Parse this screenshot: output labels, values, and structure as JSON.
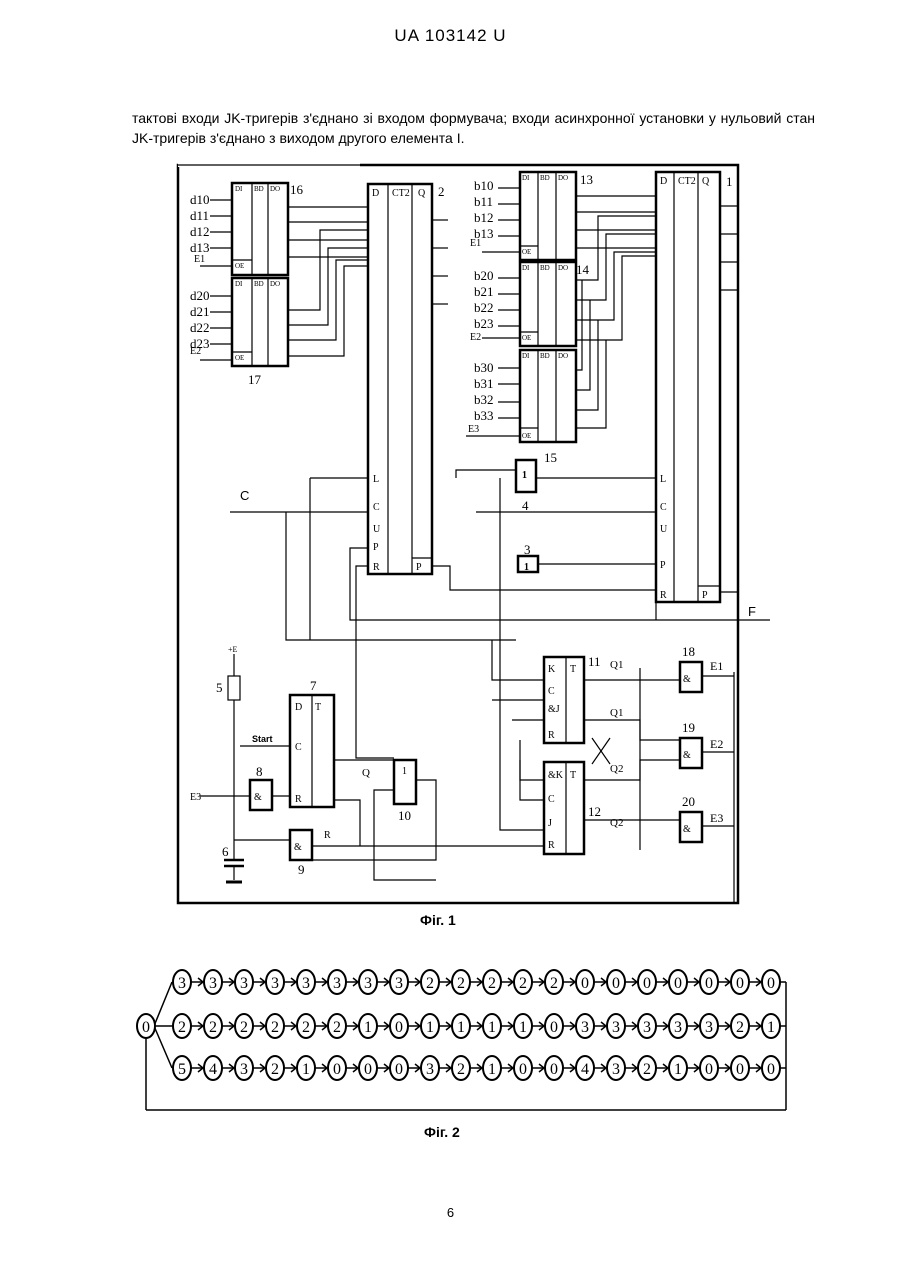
{
  "header": "UA   103142   U",
  "body_text": "тактові входи JK-тригерів з'єднано зі входом формувача; входи асинхронної установки у нульовий стан JK-тригерів з'єднано з виходом другого елемента І.",
  "fig1": {
    "caption": "Фіг. 1",
    "numbers": {
      "n1": "1",
      "n2": "2",
      "n3": "3",
      "n4": "4",
      "n5": "5",
      "n6": "6",
      "n7": "7",
      "n8": "8",
      "n9": "9",
      "n10": "10",
      "n11": "11",
      "n12": "12",
      "n13": "13",
      "n14": "14",
      "n15": "15",
      "n16": "16",
      "n17": "17",
      "n18": "18",
      "n19": "19",
      "n20": "20"
    },
    "inputs_d": [
      "d10",
      "d11",
      "d12",
      "d13",
      "d20",
      "d21",
      "d22",
      "d23"
    ],
    "inputs_b": [
      "b10",
      "b11",
      "b12",
      "b13",
      "b20",
      "b21",
      "b22",
      "b23",
      "b30",
      "b31",
      "b32",
      "b33"
    ],
    "enables": [
      "E1",
      "E2",
      "E3"
    ],
    "signals": {
      "clock": "C",
      "output": "F",
      "supply": "+E",
      "start": "Start",
      "q": "Q",
      "rbar": "R",
      "q1": "Q1",
      "q1bar": "Q1",
      "q2": "Q2",
      "q2bar": "Q2",
      "e3_in": "E3"
    },
    "counter_label": "CT2",
    "register_labels": {
      "di": "DI",
      "bd": "BD",
      "do": "DO",
      "oe": "OE"
    }
  },
  "fig2": {
    "caption": "Фіг. 2",
    "start": "0",
    "rows": [
      [
        "3",
        "3",
        "3",
        "3",
        "3",
        "3",
        "3",
        "3",
        "2",
        "2",
        "2",
        "2",
        "2",
        "0",
        "0",
        "0",
        "0",
        "0",
        "0",
        "0"
      ],
      [
        "2",
        "2",
        "2",
        "2",
        "2",
        "2",
        "1",
        "0",
        "1",
        "1",
        "1",
        "1",
        "0",
        "3",
        "3",
        "3",
        "3",
        "3",
        "2",
        "1"
      ],
      [
        "5",
        "4",
        "3",
        "2",
        "1",
        "0",
        "0",
        "0",
        "3",
        "2",
        "1",
        "0",
        "0",
        "4",
        "3",
        "2",
        "1",
        "0",
        "0",
        "0"
      ]
    ]
  },
  "page_number": "6"
}
